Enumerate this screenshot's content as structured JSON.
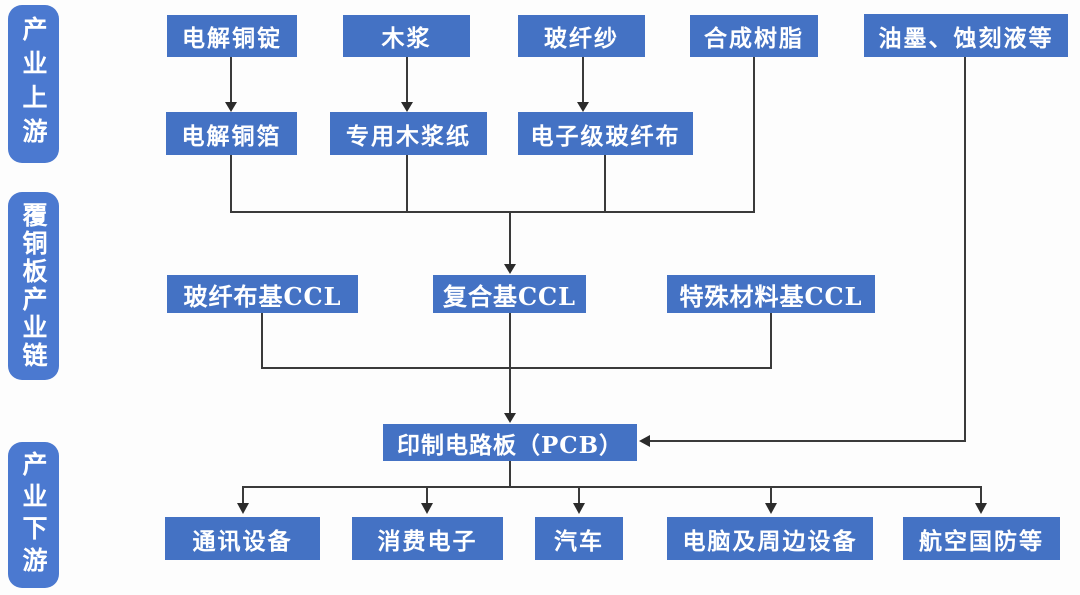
{
  "diagram": {
    "stages": {
      "upstream": "产业上游",
      "midstream": "覆铜板产业链",
      "downstream": "产业下游"
    },
    "nodes": {
      "copper_ingot": "电解铜锭",
      "wood_pulp": "木浆",
      "glass_fiber_yarn": "玻纤纱",
      "synthetic_resin": "合成树脂",
      "ink_etchant": "油墨、蚀刻液等",
      "copper_foil": "电解铜箔",
      "wood_pulp_paper": "专用木浆纸",
      "electronic_glass_cloth": "电子级玻纤布",
      "glass_cloth_ccl": "玻纤布基CCL",
      "composite_ccl": "复合基CCL",
      "special_material_ccl": "特殊材料基CCL",
      "pcb": "印制电路板（PCB）",
      "communication_equipment": "通讯设备",
      "consumer_electronics": "消费电子",
      "automobile": "汽车",
      "computer_peripherals": "电脑及周边设备",
      "aerospace_defense": "航空国防等"
    },
    "colors": {
      "box_fill": "#4472c4",
      "stage_fill": "#4b79d0",
      "box_text": "#ffffff",
      "connector": "#3a3a3a",
      "background": "#fdfdfd"
    }
  }
}
